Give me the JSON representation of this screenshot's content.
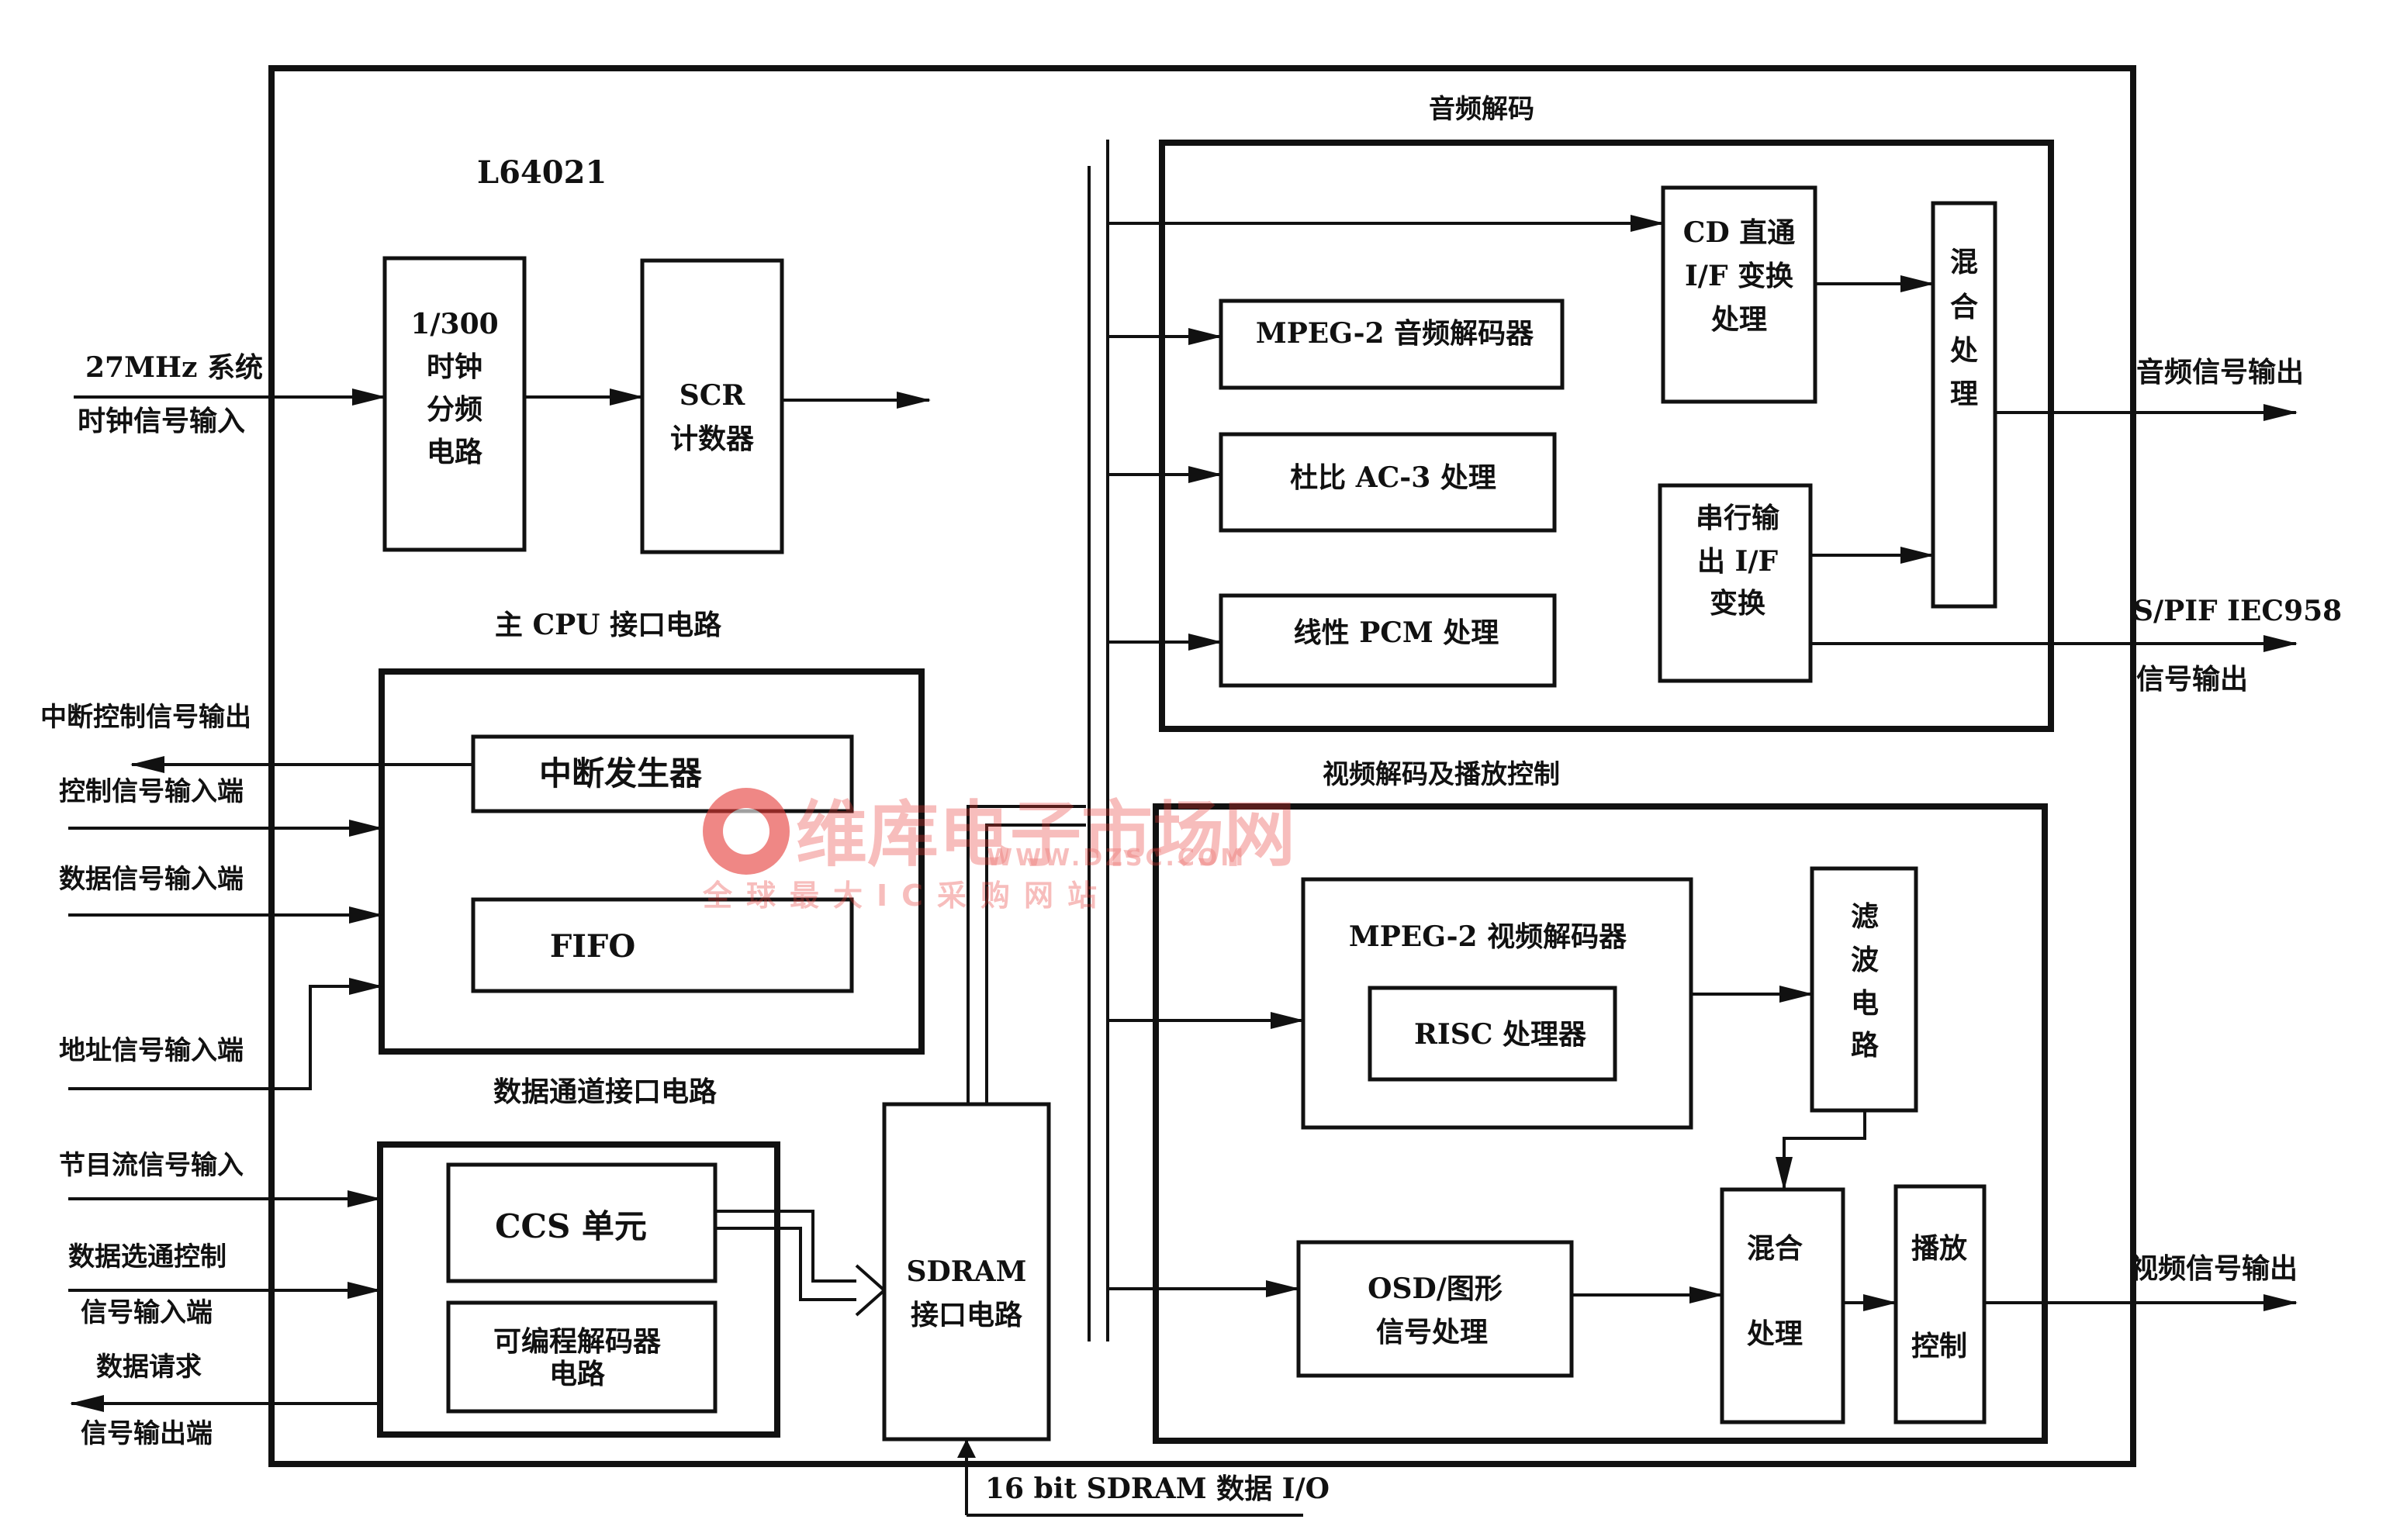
{
  "chip_title": "L64021",
  "clock": {
    "input_line1": "27MHz 系统",
    "input_line2": "时钟信号输入",
    "divider": [
      "1/300",
      "时钟",
      "分频",
      "电路"
    ],
    "scr": [
      "SCR",
      "计数器"
    ]
  },
  "cpu_interface": {
    "title": "主 CPU 接口电路",
    "interrupt_gen": "中断发生器",
    "fifo": "FIFO",
    "signals": {
      "interrupt_out": "中断控制信号输出",
      "control_in": "控制信号输入端",
      "data_in": "数据信号输入端",
      "address_in": "地址信号输入端"
    }
  },
  "data_channel": {
    "title": "数据通道接口电路",
    "ccs": "CCS 单元",
    "prog_decoder": [
      "可编程解码器",
      "电路"
    ],
    "signals": {
      "program_stream_in": "节目流信号输入",
      "select_line1": "数据选通控制",
      "select_line2": "信号输入端",
      "request_line1": "数据请求",
      "request_line2": "信号输出端"
    }
  },
  "sdram": {
    "block": [
      "SDRAM",
      "接口电路"
    ],
    "io_label": "16 bit SDRAM 数据 I/O"
  },
  "audio": {
    "title": "音频解码",
    "mpeg2_audio": "MPEG-2 音频解码器",
    "ac3": "杜比 AC-3 处理",
    "pcm": "线性 PCM 处理",
    "cd_if": [
      "CD 直通",
      "I/F 变换",
      "处理"
    ],
    "serial_if": [
      "串行输",
      "出 I/F",
      "变换"
    ],
    "mix": [
      "混",
      "合",
      "处",
      "理"
    ],
    "out_audio": "音频信号输出",
    "out_spdif_line1": "S/PIF IEC958",
    "out_spdif_line2": "信号输出"
  },
  "video": {
    "title": "视频解码及播放控制",
    "mpeg2_video": "MPEG-2 视频解码器",
    "risc": "RISC 处理器",
    "filter": [
      "滤",
      "波",
      "电",
      "路"
    ],
    "osd": [
      "OSD/图形",
      "信号处理"
    ],
    "mix": [
      "混合",
      "处理"
    ],
    "play": [
      "播放",
      "控制"
    ],
    "out_video": "视频信号输出"
  },
  "watermark": {
    "brand": "维库电子市场网",
    "url": "WWW.DZSC.COM",
    "slogan": "全球最大IC采购网站"
  }
}
